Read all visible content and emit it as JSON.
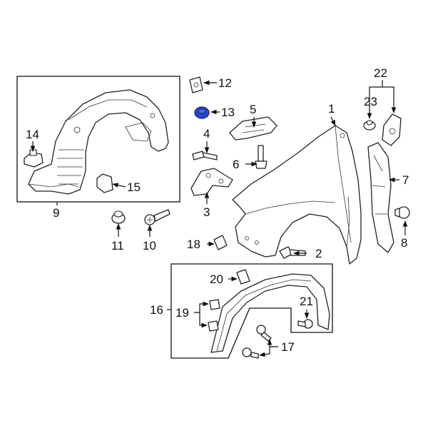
{
  "callouts": {
    "c1": "1",
    "c2": "2",
    "c3": "3",
    "c4": "4",
    "c5": "5",
    "c6": "6",
    "c7": "7",
    "c8": "8",
    "c9": "9",
    "c10": "10",
    "c11": "11",
    "c12": "12",
    "c13": "13",
    "c14": "14",
    "c15": "15",
    "c16": "16",
    "c17": "17",
    "c18": "18",
    "c19": "19",
    "c20": "20",
    "c21": "21",
    "c22": "22",
    "c23": "23"
  },
  "highlight_color": "#2447c8",
  "highlighted_part": "13"
}
